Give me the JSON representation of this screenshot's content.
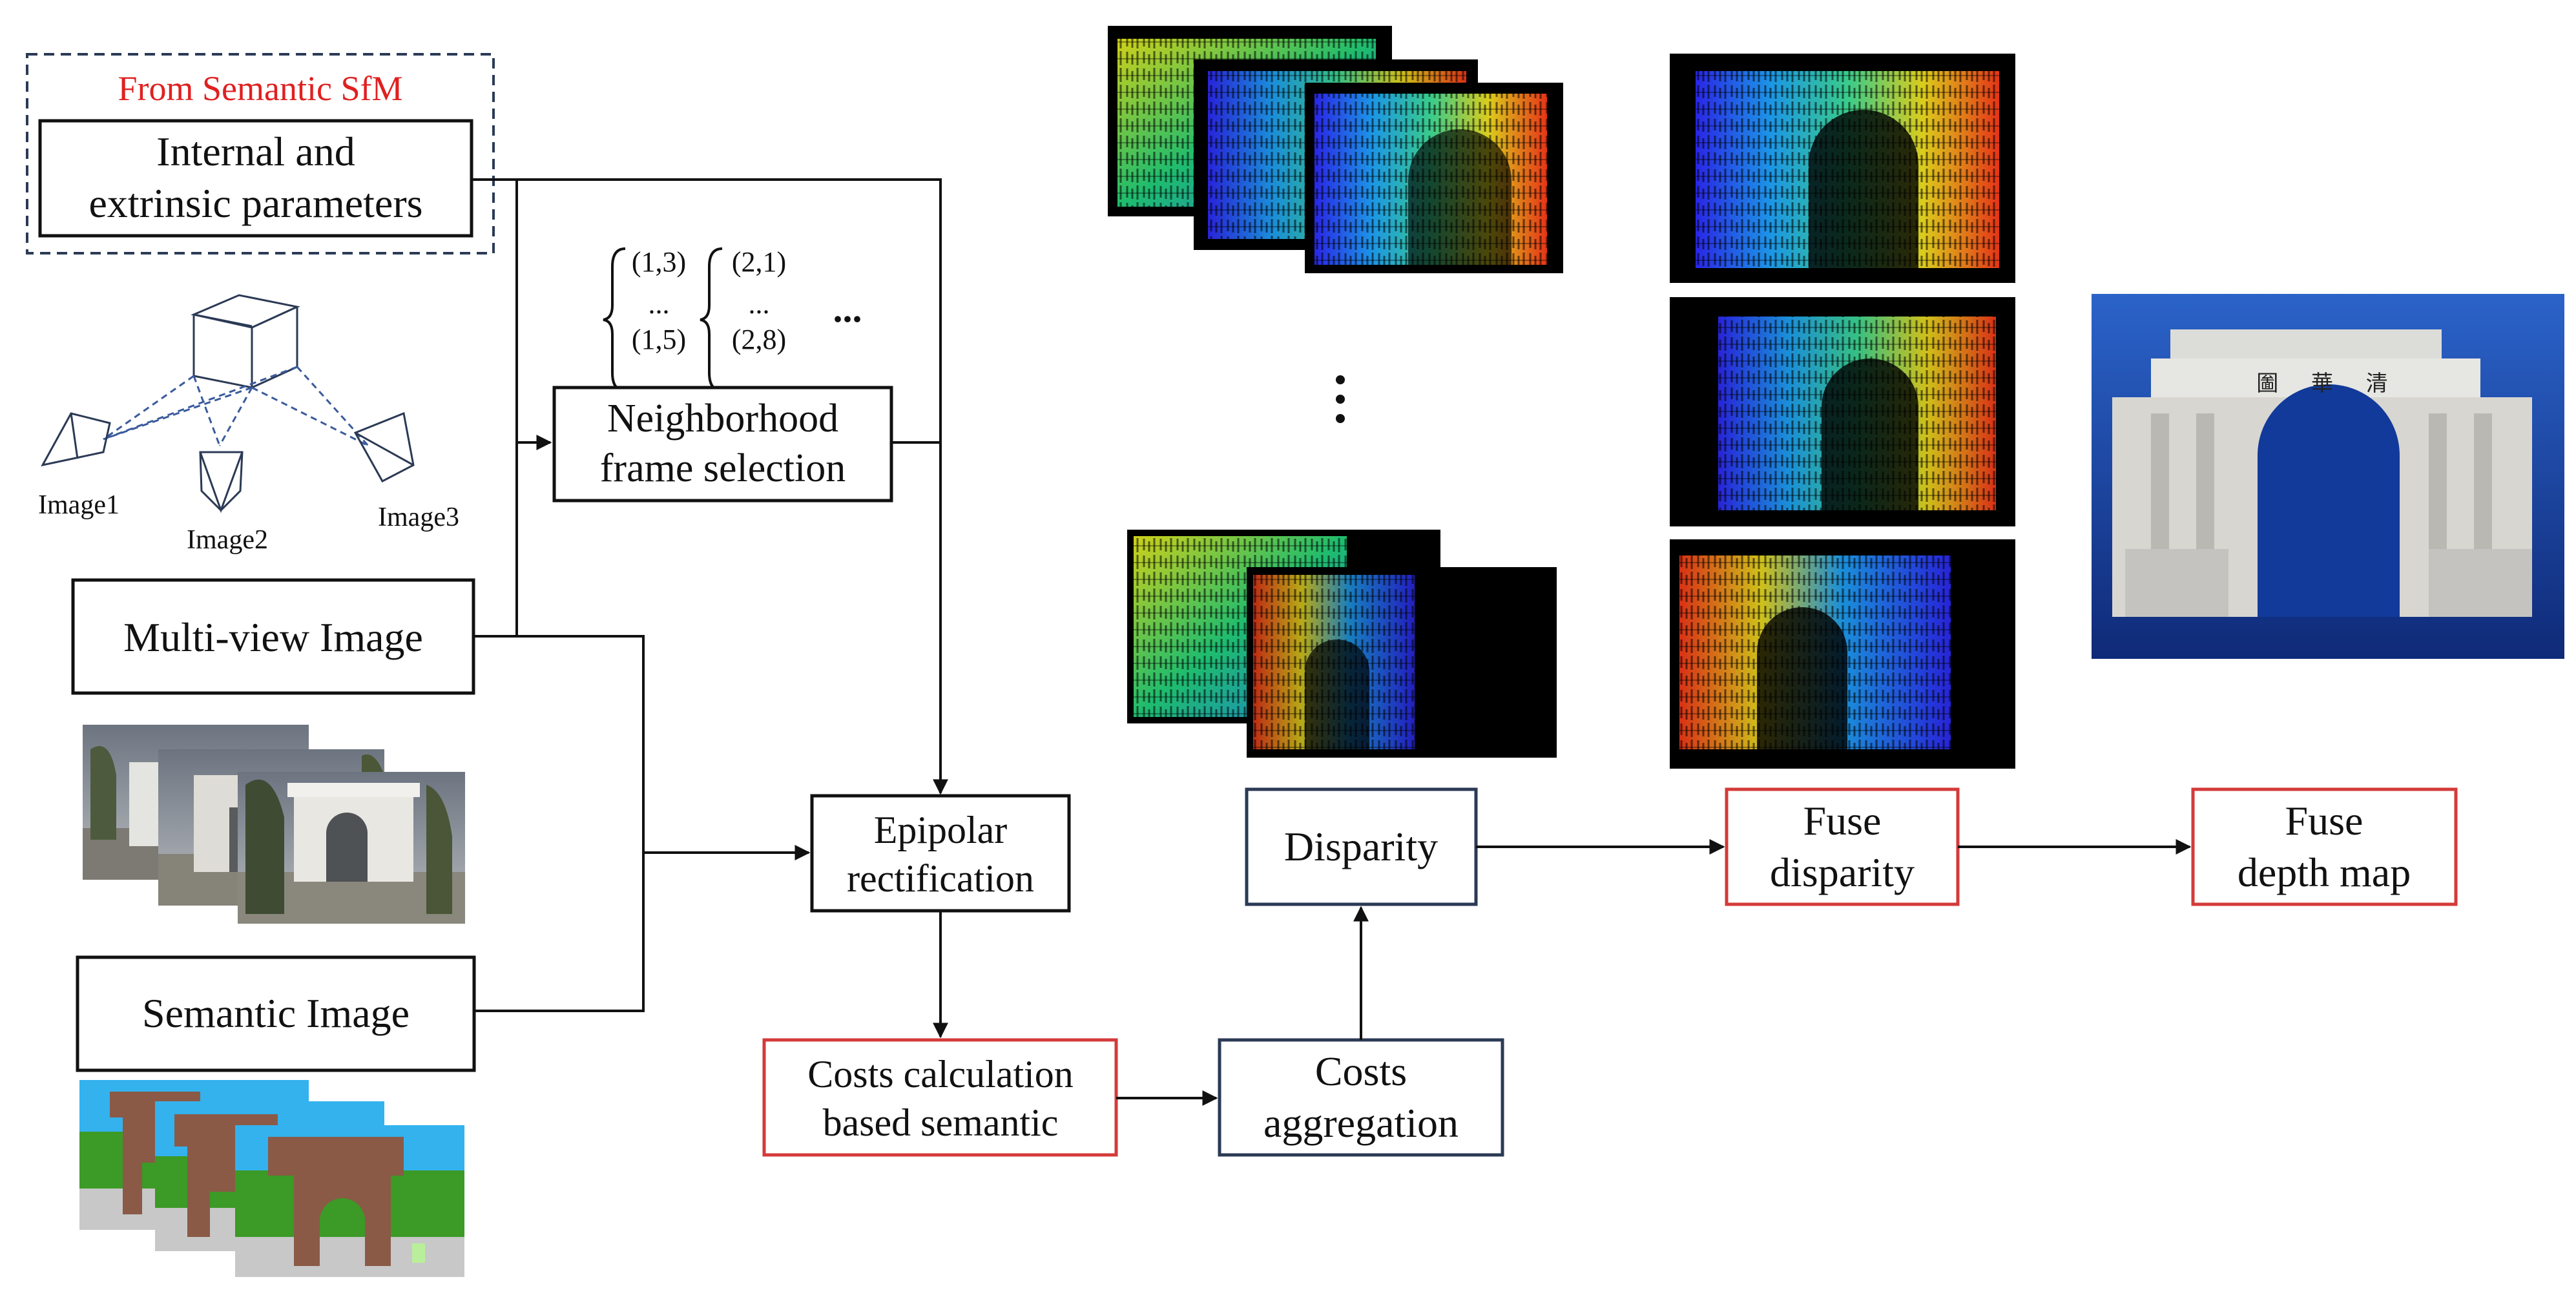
{
  "colors": {
    "red_box": "#d43a3a",
    "navy_box": "#2b3a55",
    "title_red": "#e02020",
    "point_bg": "#000000",
    "final_bg": "#1d4fb5"
  },
  "sfm": {
    "title": "From Semantic SfM",
    "params_line1": "Internal and",
    "params_line2": "extrinsic parameters"
  },
  "cameras": [
    "Image1",
    "Image2",
    "Image3"
  ],
  "neighbors": {
    "g1_top": "(1,3)",
    "g1_mid": "...",
    "g1_bot": "(1,5)",
    "g2_top": "(2,1)",
    "g2_mid": "...",
    "g2_bot": "(2,8)",
    "trail": "..."
  },
  "nodes": {
    "neighborhood_l1": "Neighborhood",
    "neighborhood_l2": "frame selection",
    "multiview": "Multi-view Image",
    "semantic_image": "Semantic Image",
    "epipolar_l1": "Epipolar",
    "epipolar_l2": "rectification",
    "costs_calc_l1": "Costs calculation",
    "costs_calc_l2": "based semantic",
    "costs_agg_l1": "Costs",
    "costs_agg_l2": "aggregation",
    "disparity": "Disparity",
    "fuse_disp_l1": "Fuse",
    "fuse_disp_l2": "disparity",
    "fuse_depth_l1": "Fuse",
    "fuse_depth_l2": "depth map"
  },
  "final_model_text": "圗 華 清"
}
